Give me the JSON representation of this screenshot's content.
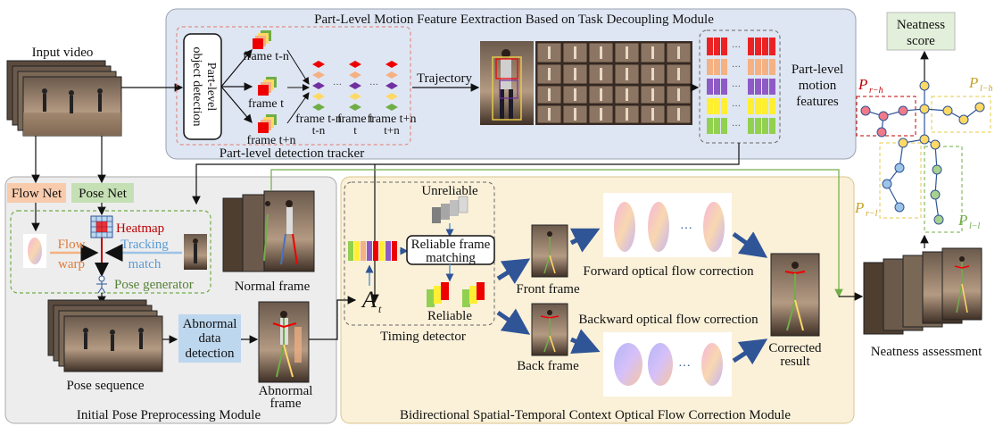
{
  "top_module": {
    "title": "Part-Level Motion Feature Eextraction Based on Task Decoupling Module",
    "detector_label": "Part-level object detection",
    "detector_line1": "Part-level",
    "detector_line2": "object detection",
    "frame_tn": "frame t-n",
    "frame_t": "frame t",
    "frame_tpn": "frame t+n",
    "stack_labels": [
      "frame t-n",
      "frame t",
      "frame t+n"
    ],
    "tracker_label": "Part-level detection tracker",
    "trajectory_label": "Trajectory",
    "features_label": "Part-level motion features",
    "features_line1": "Part-level",
    "features_line2": "motion",
    "features_line3": "features"
  },
  "input": {
    "label": "Input video"
  },
  "left_module": {
    "title": "Initial Pose Preprocessing Module",
    "flow_net": "Flow Net",
    "pose_net": "Pose Net",
    "heatmap": "Heatmap",
    "flow_warp_1": "Flow",
    "flow_warp_2": "warp",
    "tracking_1": "Tracking",
    "tracking_2": "match",
    "pose_generator": "Pose generator",
    "normal_frame": "Normal frame",
    "pose_sequence": "Pose sequence",
    "abnormal_detection_1": "Abnormal",
    "abnormal_detection_2": "data",
    "abnormal_detection_3": "detection",
    "abnormal_frame_1": "Abnormal",
    "abnormal_frame_2": "frame"
  },
  "bottom_module": {
    "title": "Bidirectional Spatial-Temporal Context Optical Flow Correction Module",
    "unreliable": "Unreliable",
    "reliable_matching_1": "Reliable frame",
    "reliable_matching_2": "matching",
    "reliable": "Reliable",
    "timing_detector": "Timing detector",
    "a_symbol": "A",
    "a_sub": "t",
    "front_frame": "Front frame",
    "back_frame": "Back frame",
    "forward_correction": "Forward optical flow correction",
    "backward_correction": "Backward optical flow correction",
    "ellipsis": "···",
    "corrected_1": "Corrected",
    "corrected_2": "result"
  },
  "right": {
    "neatness_score_1": "Neatness",
    "neatness_score_2": "score",
    "neatness_assessment": "Neatness assessment",
    "p_rh": "P",
    "p_rh_sub": "r−h",
    "p_lh": "P",
    "p_lh_sub": "l−h",
    "p_rl": "P",
    "p_rl_sub": "r−l",
    "p_ll": "P",
    "p_ll_sub": "l−l"
  },
  "colors": {
    "module_bg_blue": "#dfe6f3",
    "module_bg_gray": "#ededed",
    "module_bg_yellow": "#fbf1d9",
    "flow_net_bg": "#f8cbad",
    "pose_net_bg": "#c5e0b4",
    "abnormal_bg": "#bdd7ee",
    "neatness_bg": "#e2efda",
    "arrow_blue": "#2f5597",
    "green_line": "#70ad47",
    "red": "#c00000",
    "yellow": "#e6c84a",
    "purple": "#7030a0"
  }
}
